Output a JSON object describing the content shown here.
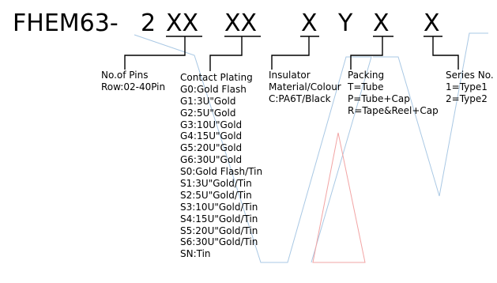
{
  "part_code": {
    "prefix": "FHEM63-",
    "dash_part": "2",
    "field_pins": "XX",
    "field_plating": "XX",
    "field_insulator": "X",
    "field_packing_letter": "Y",
    "field_packing": "X",
    "field_series": "X"
  },
  "pins": {
    "title": "No.of Pins",
    "range": "Row:02-40Pin"
  },
  "plating": {
    "title": "Contact Plating",
    "options": [
      "G0:Gold Flash",
      "G1:3U\"Gold",
      "G2:5U\"Gold",
      "G3:10U\"Gold",
      "G4:15U\"Gold",
      "G5:20U\"Gold",
      "G6:30U\"Gold",
      "S0:Gold Flash/Tin",
      "S1:3U\"Gold/Tin",
      "S2:5U\"Gold/Tin",
      "S3:10U\"Gold/Tin",
      "S4:15U\"Gold/Tin",
      "S5:20U\"Gold/Tin",
      "S6:30U\"Gold/Tin",
      "SN:Tin"
    ]
  },
  "insulator": {
    "lines": [
      "Insulator",
      "Material/Colour",
      "C:PA6T/Black"
    ]
  },
  "packing": {
    "lines": [
      "Packing",
      "T=Tube",
      "P=Tube+Cap",
      "R=Tape&Reel+Cap"
    ]
  },
  "series": {
    "lines": [
      "Series No.",
      "1=Type1",
      "2=Type2"
    ]
  },
  "colors": {
    "text": "#000000",
    "watermark_line": "#a9c8e4",
    "watermark_triangle": "#f2a4a4"
  }
}
